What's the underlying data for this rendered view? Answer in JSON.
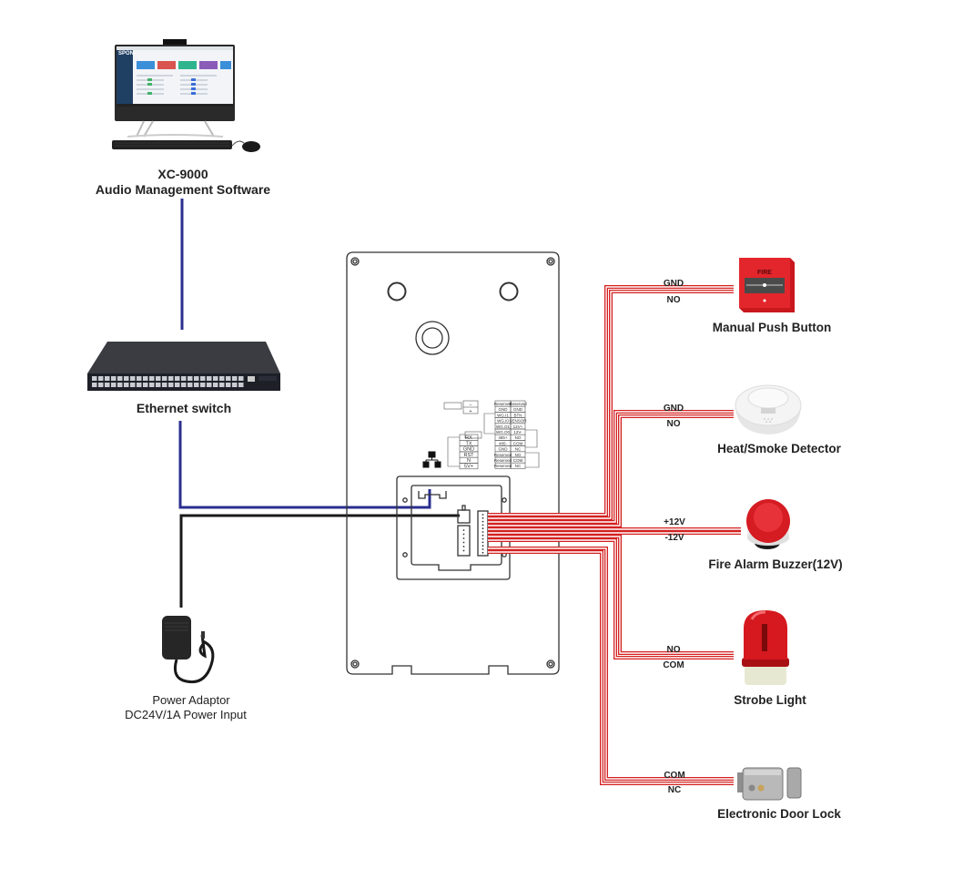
{
  "pc": {
    "model": "XC-9000",
    "name": "Audio Management  Software",
    "screen_brand": "SPON"
  },
  "switch": {
    "name": "Ethernet switch"
  },
  "power": {
    "name": "Power Adaptor",
    "spec": "DC24V/1A  Power Input"
  },
  "terminal_block": {
    "power_labels": [
      "−",
      "+"
    ],
    "serial_pins": [
      "RX",
      "TX",
      "GND",
      "RST",
      "N",
      "5V+"
    ],
    "left_col": [
      "Reserved",
      "GND",
      "WG.I1",
      "WG.I0",
      "WG.O1",
      "WG.O0",
      "485+",
      "485-",
      "GND",
      "Reserved",
      "Reserved",
      "Reserved"
    ],
    "right_col": [
      "Reserved",
      "GND",
      "BTN",
      "SENSOR",
      "12V+",
      "12V-",
      "NO",
      "COM",
      "NC",
      "NO",
      "COM",
      "NC"
    ]
  },
  "devices": [
    {
      "id": "manual-push-button",
      "name": "Manual Push Button",
      "wire_labels": [
        "GND",
        "NO"
      ],
      "face_text": "FIRE"
    },
    {
      "id": "heat-smoke-detector",
      "name": "Heat/Smoke Detector",
      "wire_labels": [
        "GND",
        "NO"
      ]
    },
    {
      "id": "fire-alarm-buzzer",
      "name": "Fire Alarm Buzzer(12V)",
      "wire_labels": [
        "+12V",
        "-12V"
      ]
    },
    {
      "id": "strobe-light",
      "name": "Strobe Light",
      "wire_labels": [
        "NO",
        "COM"
      ]
    },
    {
      "id": "electronic-door-lock",
      "name": "Electronic Door Lock",
      "wire_labels": [
        "COM",
        "NC"
      ]
    }
  ],
  "colors": {
    "network_wire": "#2b2f8f",
    "power_wire": "#1a1a1a",
    "signal_wire": "#d42020",
    "outline": "#333333"
  }
}
